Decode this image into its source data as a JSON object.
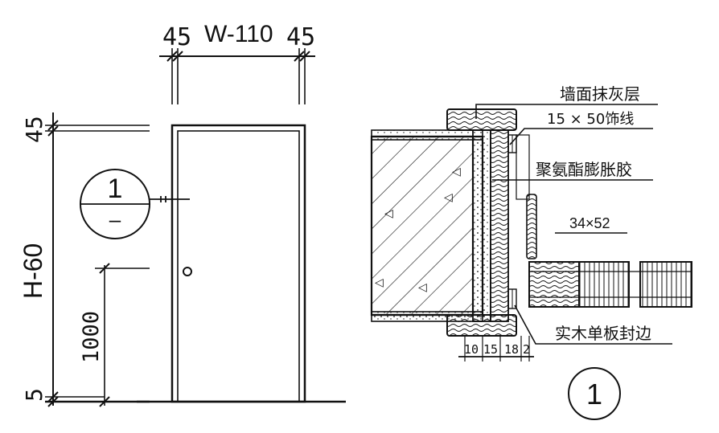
{
  "elevation": {
    "dim_left_45": "45",
    "dim_width": "W-110",
    "dim_right_45": "45",
    "dim_top_45": "45",
    "dim_height": "H-60",
    "dim_1000": "1000",
    "dim_bottom_5": "5",
    "detail_marker_number": "1",
    "detail_marker_sheet": "–"
  },
  "section": {
    "label_plaster": "墙面抹灰层",
    "label_trim": "15 × 50饰线",
    "label_foam": "聚氨酯膨胀胶",
    "label_frame": "34×52",
    "label_edge": "实木单板封边",
    "dims_bottom": [
      "10",
      "15",
      "18",
      "2"
    ],
    "detail_number": "1"
  },
  "colors": {
    "line": "#111111",
    "background": "#ffffff"
  }
}
